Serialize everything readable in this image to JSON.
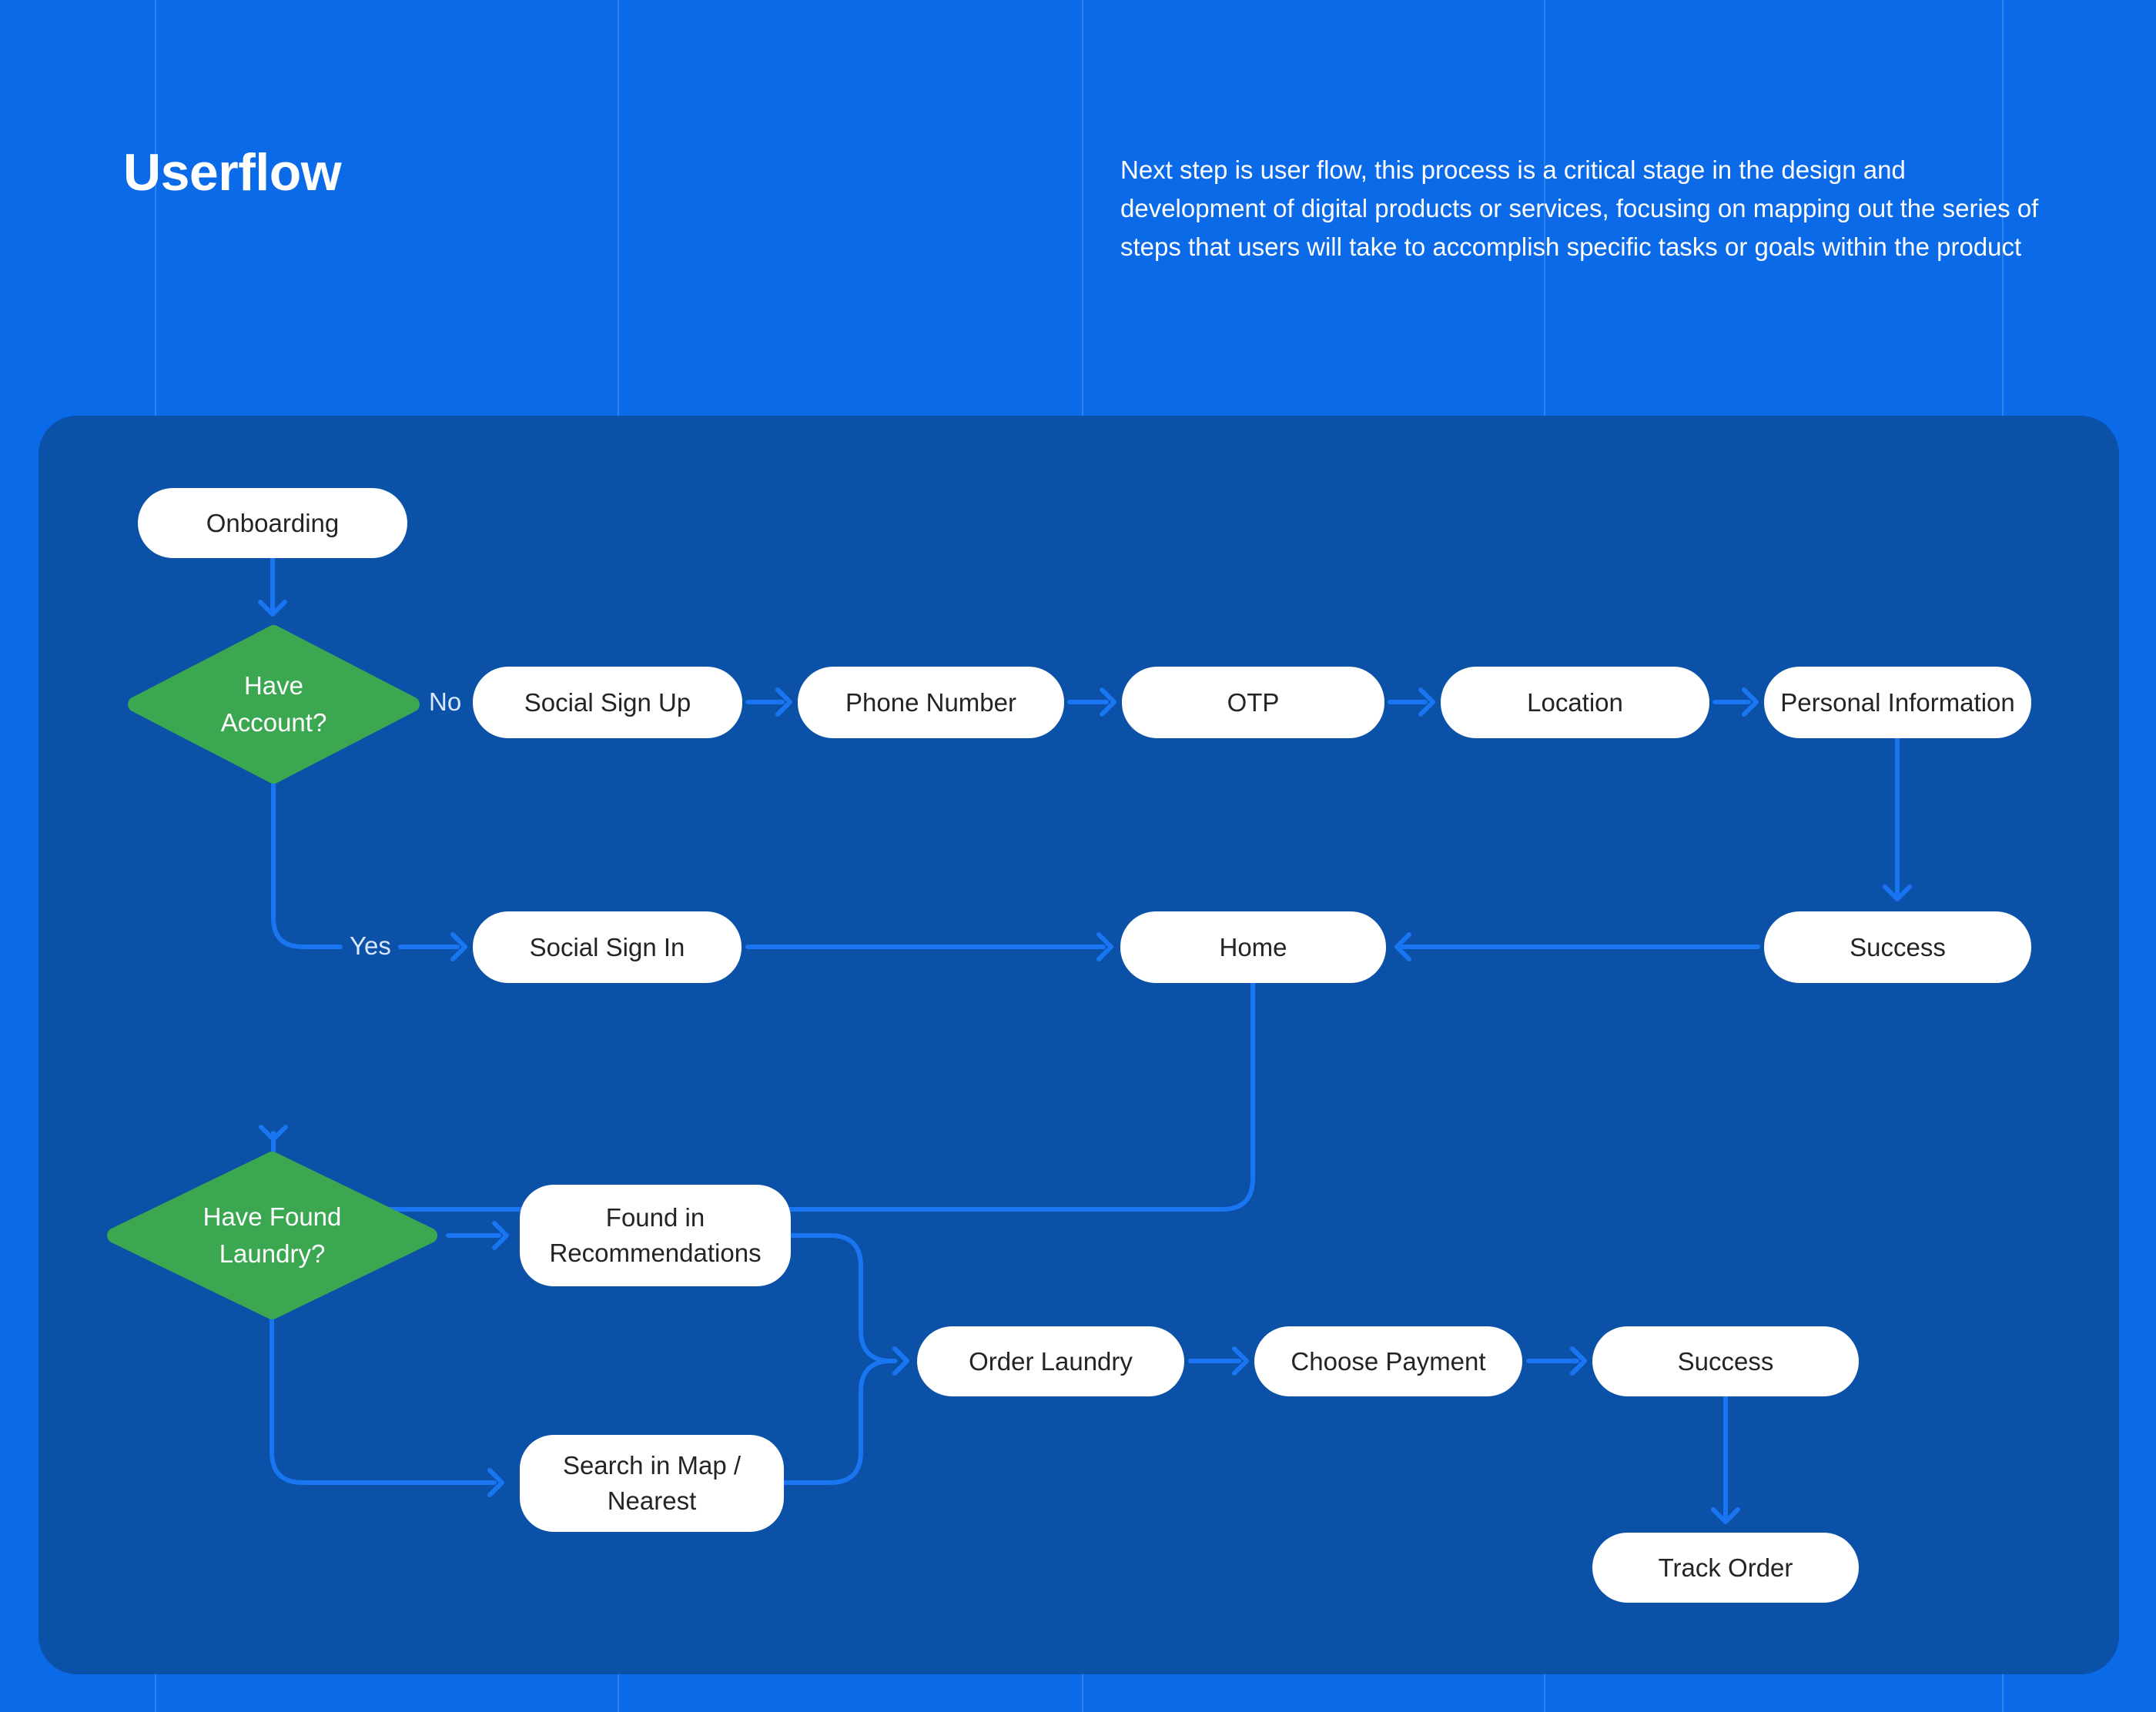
{
  "header": {
    "title": "Userflow",
    "description": "Next step is user flow, this process is a critical stage in the design and development of digital products or services, focusing on mapping out the series of steps that users will take to accomplish specific tasks or goals within the product"
  },
  "branch_labels": {
    "no": "No",
    "yes": "Yes"
  },
  "nodes": {
    "onboarding": "Onboarding",
    "have_account": "Have Account?",
    "social_sign_up": "Social Sign Up",
    "phone_number": "Phone Number",
    "otp": "OTP",
    "location": "Location",
    "personal_information": "Personal Information",
    "social_sign_in": "Social Sign In",
    "home": "Home",
    "success_signup": "Success",
    "have_found_laundry": "Have Found Laundry?",
    "found_in_recommendations": "Found in Recommendations",
    "search_in_map": "Search in Map / Nearest",
    "order_laundry": "Order Laundry",
    "choose_payment": "Choose Payment",
    "success_order": "Success",
    "track_order": "Track Order"
  },
  "edges": [
    {
      "from": "onboarding",
      "to": "have_account"
    },
    {
      "from": "have_account",
      "to": "social_sign_up",
      "label": "No"
    },
    {
      "from": "social_sign_up",
      "to": "phone_number"
    },
    {
      "from": "phone_number",
      "to": "otp"
    },
    {
      "from": "otp",
      "to": "location"
    },
    {
      "from": "location",
      "to": "personal_information"
    },
    {
      "from": "personal_information",
      "to": "success_signup"
    },
    {
      "from": "success_signup",
      "to": "home"
    },
    {
      "from": "have_account",
      "to": "social_sign_in",
      "label": "Yes"
    },
    {
      "from": "social_sign_in",
      "to": "home"
    },
    {
      "from": "home",
      "to": "have_found_laundry"
    },
    {
      "from": "have_found_laundry",
      "to": "found_in_recommendations"
    },
    {
      "from": "have_found_laundry",
      "to": "search_in_map"
    },
    {
      "from": "found_in_recommendations",
      "to": "order_laundry"
    },
    {
      "from": "search_in_map",
      "to": "order_laundry"
    },
    {
      "from": "order_laundry",
      "to": "choose_payment"
    },
    {
      "from": "choose_payment",
      "to": "success_order"
    },
    {
      "from": "success_order",
      "to": "track_order"
    }
  ],
  "colors": {
    "background": "#0A6AE8",
    "panel": "#0B51A8",
    "connector": "#1975F2",
    "decision_green": "#3BA751",
    "node_background": "#FFFFFF",
    "node_text": "#232428",
    "heading_text": "#FFFFFF"
  }
}
